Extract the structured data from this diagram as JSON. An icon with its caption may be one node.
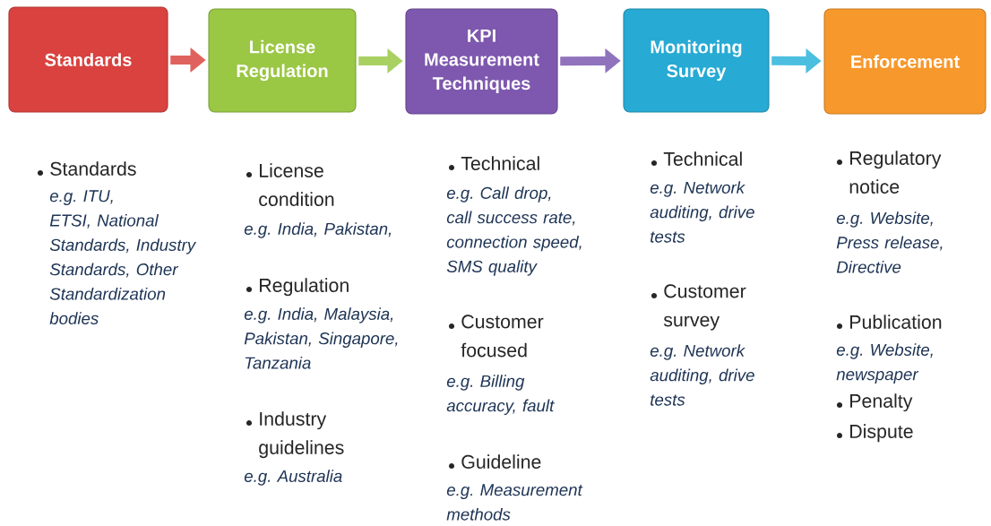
{
  "diagram": {
    "nodes": [
      {
        "text": [
          "Standards"
        ]
      },
      {
        "text": [
          "License Regulation"
        ]
      },
      {
        "text": [
          "KPI Measurement Techniques"
        ]
      },
      {
        "text": [
          "Monitoring Survey"
        ]
      },
      {
        "text": [
          "Enforcement"
        ]
      }
    ],
    "edges": [
      {
        "from": 0,
        "to": 1,
        "arrow": "to",
        "color": "#e0625e"
      },
      {
        "from": 1,
        "to": 2,
        "arrow": "to",
        "color": "#a9d162"
      },
      {
        "from": 2,
        "to": 3,
        "arrow": "to",
        "color": "#9072bd"
      },
      {
        "from": 3,
        "to": 4,
        "arrow": "to",
        "color": "#4cbfe0"
      }
    ],
    "labels": [
      "Standards",
      "e.g. ITU, ETSI, National Standards, Industry Standards, Other Standardization bodies",
      "License condition",
      "e.g. India, Pakistan,",
      "Regulation",
      "e.g. India, Malaysia, Pakistan, Singapore, Tanzania",
      "Industry guidelines",
      "e.g. Australia",
      "Technical",
      "e.g. Call drop, call success rate, connection speed, SMS quality",
      "Customer focused",
      "e.g. Billing accuracy, fault",
      "Guideline",
      "e.g. Measurement methods",
      "Technical",
      "e.g. Network auditing, drive tests",
      "Customer survey",
      "e.g. Network auditing, drive tests",
      "Regulatory notice",
      "e.g. Website, Press release, Directive",
      "Publication",
      "e.g. Website, newspaper",
      "Penalty",
      "Dispute"
    ]
  }
}
